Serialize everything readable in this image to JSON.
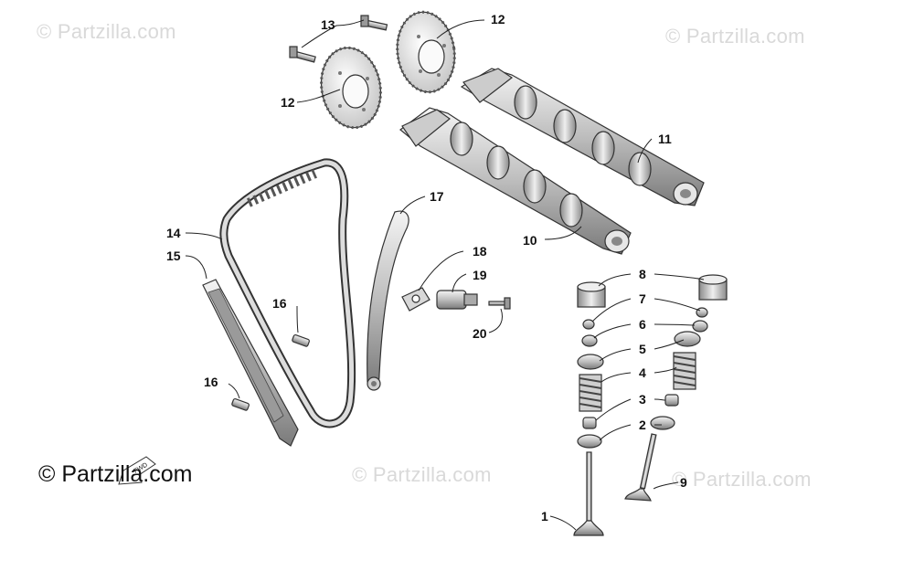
{
  "watermarks": [
    "© Partzilla.com",
    "© Partzilla.com",
    "© Partzilla.com",
    "© Partzilla.com"
  ],
  "copyright": "© Partzilla.com",
  "fwd_label": "FWD",
  "callouts": {
    "c1": "1",
    "c2": "2",
    "c3": "3",
    "c4": "4",
    "c5": "5",
    "c6": "6",
    "c7": "7",
    "c8": "8",
    "c9": "9",
    "c10": "10",
    "c11": "11",
    "c12a": "12",
    "c12b": "12",
    "c13": "13",
    "c14": "14",
    "c15": "15",
    "c16a": "16",
    "c16b": "16",
    "c17": "17",
    "c18": "18",
    "c19": "19",
    "c20": "20"
  }
}
